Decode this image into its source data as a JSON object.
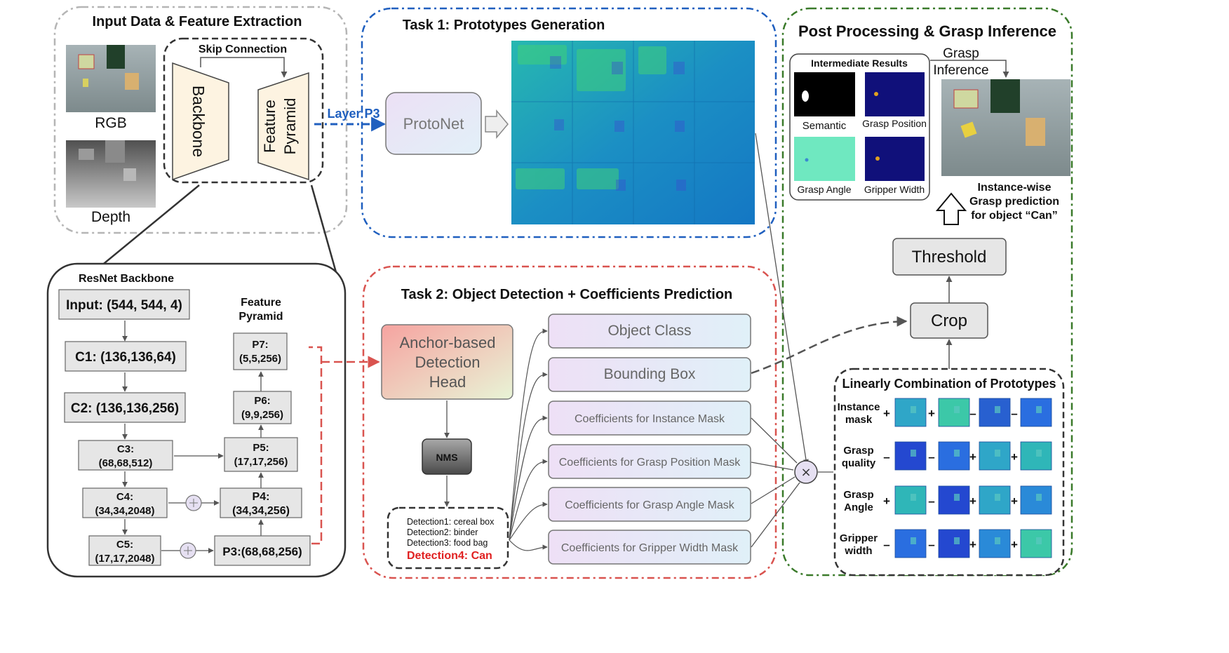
{
  "panels": {
    "input": {
      "title": "Input Data & Feature Extraction",
      "rgb_label": "RGB",
      "depth_label": "Depth",
      "skip_connection": "Skip Connection",
      "backbone": "Backbone",
      "feature_pyramid_line1": "Feature",
      "feature_pyramid_line2": "Pyramid"
    },
    "task1": {
      "title": "Task 1: Prototypes Generation",
      "layer_label": "Layer P3",
      "protonet": "ProtoNet"
    },
    "post": {
      "title": "Post Processing & Grasp Inference",
      "intermediate_title": "Intermediate Results",
      "semantic": "Semantic",
      "grasp_position": "Grasp Position",
      "grasp_angle": "Grasp Angle",
      "gripper_width": "Gripper Width",
      "grasp_inference_line1": "Grasp",
      "grasp_inference_line2": "Inference",
      "result_line1": "Instance-wise",
      "result_line2": "Grasp prediction",
      "result_line3": "for object “Can”",
      "threshold": "Threshold",
      "crop": "Crop"
    },
    "resnet": {
      "title": "ResNet Backbone",
      "input": "Input: (544, 544, 4)",
      "c1": "C1: (136,136,64)",
      "c2": "C2: (136,136,256)",
      "c3_line1": "C3:",
      "c3_line2": "(68,68,512)",
      "c4_line1": "C4:",
      "c4_line2": "(34,34,2048)",
      "c5_line1": "C5:",
      "c5_line2": "(17,17,2048)",
      "fp_title_line1": "Feature",
      "fp_title_line2": "Pyramid",
      "p7_line1": "P7:",
      "p7_line2": "(5,5,256)",
      "p6_line1": "P6:",
      "p6_line2": "(9,9,256)",
      "p5_line1": "P5:",
      "p5_line2": "(17,17,256)",
      "p4_line1": "P4:",
      "p4_line2": "(34,34,256)",
      "p3": "P3:(68,68,256)"
    },
    "task2": {
      "title": "Task 2: Object Detection + Coefficients Prediction",
      "head_line1": "Anchor-based",
      "head_line2": "Detection",
      "head_line3": "Head",
      "nms": "NMS",
      "detection1": "Detection1: cereal box",
      "detection2": "Detection2: binder",
      "detection3": "Detection3: food bag",
      "detection4": "Detection4: Can",
      "outputs": [
        "Object Class",
        "Bounding Box",
        "Coefficients for Instance Mask",
        "Coefficients for Grasp Position Mask",
        "Coefficients for Grasp Angle Mask",
        "Coefficients for Gripper Width Mask"
      ]
    },
    "linear": {
      "title": "Linearly Combination of Prototypes",
      "rows": [
        {
          "line1": "Instance",
          "line2": "mask",
          "signs": [
            "+",
            "+",
            "–",
            "–"
          ]
        },
        {
          "line1": "Grasp",
          "line2": "quality",
          "signs": [
            "–",
            "–",
            "+",
            "+"
          ]
        },
        {
          "line1": "Grasp",
          "line2": "Angle",
          "signs": [
            "+",
            "–",
            "+",
            "+"
          ]
        },
        {
          "line1": "Gripper",
          "line2": "width",
          "signs": [
            "–",
            "–",
            "+",
            "+"
          ]
        }
      ],
      "multiply": "×"
    }
  },
  "colors": {
    "gray_dash": "#b5b5b5",
    "blue_dash": "#1f5fbf",
    "red_dash": "#d9534f",
    "green_dash": "#3a7a2a",
    "box_fill": "#e6e6e6",
    "trap_fill": "#fdf3e1",
    "protonet_grad_start": "#ece0f5",
    "protonet_grad_end": "#e2f0f8",
    "head_grad_start": "#f6a3a0",
    "head_grad_end": "#e8f4d6",
    "detection4": "#e02020",
    "teal": "#2fa6c8",
    "deep_blue": "#10107a"
  }
}
